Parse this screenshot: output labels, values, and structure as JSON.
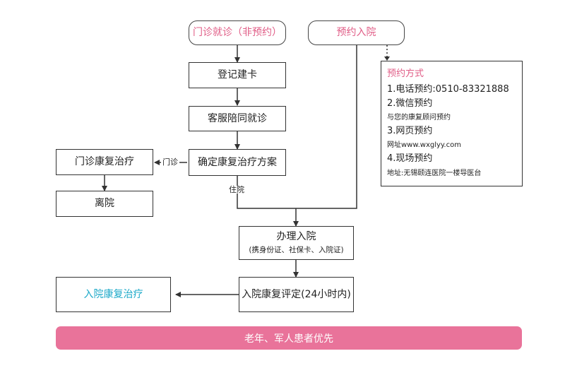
{
  "nodes": {
    "outpatient_visit": "门诊就诊（非预约）",
    "appointment_admission": "预约入院",
    "register_card": "登记建卡",
    "escort_visit": "客服陪同就诊",
    "determine_plan": "确定康复治疗方案",
    "outpatient_rehab": "门诊康复治疗",
    "discharge": "离院",
    "admission_procedure": "办理入院",
    "admission_documents": "(携身份证、社保卡、入院证)",
    "admission_assessment": "入院康复评定(24小时内)",
    "inpatient_rehab": "入院康复治疗"
  },
  "edge_labels": {
    "outpatient": "门诊",
    "inpatient": "住院"
  },
  "appointment_methods": {
    "title": "预约方式",
    "phone": "1.电话预约:0510-83321888",
    "wechat": "2.微信预约",
    "wechat_note": "与您的康复顾问预约",
    "web": "3.网页预约",
    "web_note": "网址www.wxglyy.com",
    "onsite": "4.现场预约",
    "onsite_note": "地址:无锡颐连医院一楼导医台"
  },
  "banner": "老年、军人患者优先",
  "colors": {
    "accent_pink": "#e05c86",
    "banner_pink": "#e9739a",
    "accent_cyan": "#1aa8c8",
    "line": "#333333"
  }
}
